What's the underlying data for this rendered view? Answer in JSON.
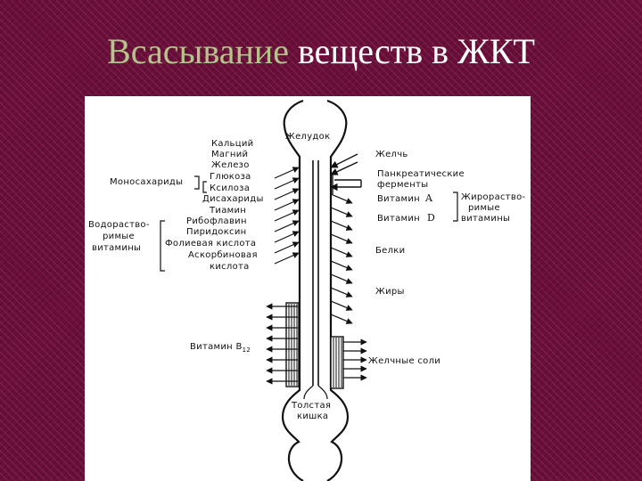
{
  "slide": {
    "title_part1": "Всасывание",
    "title_part2": " веществ в ЖКТ"
  },
  "colors": {
    "background": "#6b0f3a",
    "title_accent": "#b4c48a",
    "panel": "#ffffff",
    "ink": "#111111"
  },
  "diagram": {
    "stomach": "Желудок",
    "colon_line1": "Толстая",
    "colon_line2": "кишка",
    "left_labels": {
      "calcium": "Кальций",
      "magnesium": "Магний",
      "iron": "Железо",
      "glucose": "Глюкоза",
      "xylose": "Ксилоза",
      "disaccharides": "Дисахариды",
      "thiamine": "Тиамин",
      "riboflavin": "Рибофлавин",
      "pyridoxine": "Пиридоксин",
      "folic": "Фолиевая кислота",
      "ascorbic1": "Аскорбиновая",
      "ascorbic2": "кислота",
      "monosaccharides": "Моносахариды",
      "water_soluble1": "Водораство-",
      "water_soluble2": "римые",
      "water_soluble3": "витамины",
      "vitamin_b12": "Витамин В",
      "vitamin_b12_sub": "12"
    },
    "right_labels": {
      "bile": "Желчь",
      "pancreatic1": "Панкреатические",
      "pancreatic2": "ферменты",
      "vitamin_a": "Витамин",
      "vitamin_a_letter": "A",
      "vitamin_d": "Витамин",
      "vitamin_d_letter": "D",
      "fat_soluble1": "Жирораство-",
      "fat_soluble2": "римые",
      "fat_soluble3": "витамины",
      "proteins": "Белки",
      "fats": "Жиры",
      "bile_salts": "Желчные соли"
    }
  }
}
